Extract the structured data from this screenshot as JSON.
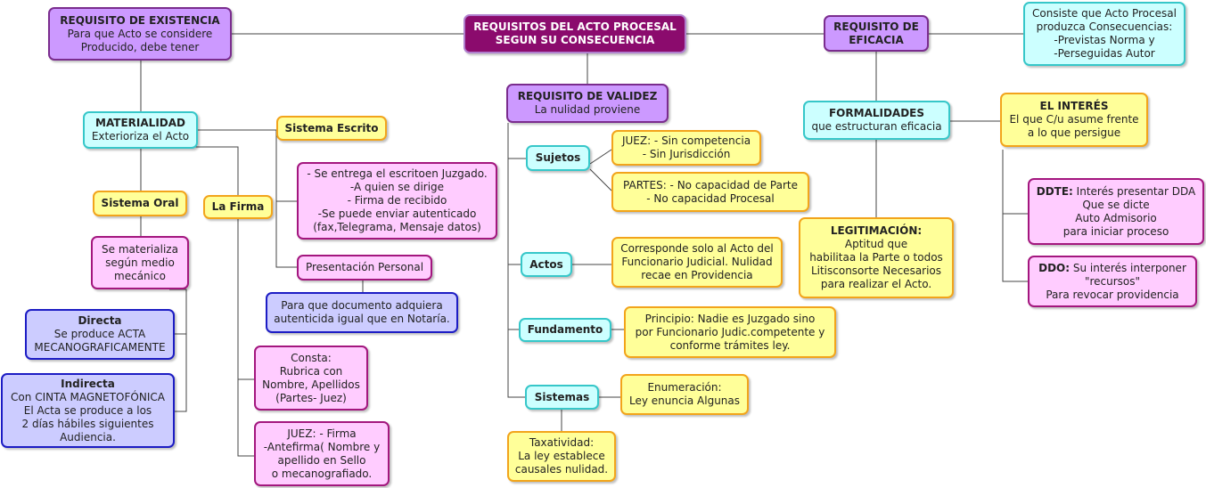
{
  "central": {
    "title": "REQUISITOS DEL ACTO PROCESAL\nSEGUN SU CONSECUENCIA"
  },
  "existencia": {
    "title": "REQUISITO DE EXISTENCIA",
    "text": "Para que Acto se considere\nProducido, debe tener"
  },
  "eficacia": {
    "title": "REQUISITO DE\nEFICACIA"
  },
  "eficacia_def": {
    "text": "Consiste que Acto Procesal\nproduzca Consecuencias:\n-Previstas Norma y\n-Perseguidas Autor"
  },
  "validez": {
    "title": "REQUISITO DE VALIDEZ",
    "text": "La nulidad proviene"
  },
  "materialidad": {
    "title": "MATERIALIDAD",
    "text": "Exterioriza el Acto"
  },
  "sistema_escrito": {
    "title": "Sistema Escrito"
  },
  "escrito_detalle": {
    "text": "- Se entrega el escritoen Juzgado.\n-A quien se dirige\n- Firma de recibido\n-Se puede enviar autenticado\n(fax,Telegrama, Mensaje datos)"
  },
  "presentacion": {
    "text": "Presentación Personal"
  },
  "presentacion_detalle": {
    "text": "Para que documento adquiera\nautenticida igual que en Notaría."
  },
  "sistema_oral": {
    "title": "Sistema Oral"
  },
  "oral_detalle": {
    "text": "Se materializa\nsegún medio\nmecánico"
  },
  "directa": {
    "title": "Directa",
    "text": "Se produce ACTA\nMECANOGRAFICAMENTE"
  },
  "indirecta": {
    "title": "Indirecta",
    "text": "Con CINTA MAGNETOFÓNICA\nEl Acta se produce a los\n2 días hábiles siguientes\nAudiencia."
  },
  "la_firma": {
    "title": "La Firma"
  },
  "firma_consta": {
    "text": "Consta:\nRubrica con\nNombre, Apellidos\n(Partes- Juez)"
  },
  "firma_juez": {
    "text": "JUEZ: - Firma\n-Antefirma( Nombre y\napellido en Sello\no mecanografiado."
  },
  "sujetos": {
    "title": "Sujetos"
  },
  "juez_sujetos": {
    "text": "JUEZ: - Sin competencia\n- Sin Jurisdicción"
  },
  "partes_sujetos": {
    "text": "PARTES: - No capacidad de Parte\n- No capacidad Procesal"
  },
  "actos": {
    "title": "Actos"
  },
  "actos_detalle": {
    "text": "Corresponde solo al Acto del\nFuncionario Judicial. Nulidad\nrecae en Providencia"
  },
  "fundamento": {
    "title": "Fundamento"
  },
  "fundamento_detalle": {
    "text": "Principio: Nadie es Juzgado sino\npor Funcionario Judic.competente y\nconforme trámites ley."
  },
  "sistemas": {
    "title": "Sistemas"
  },
  "sistemas_enum": {
    "text": "Enumeración:\nLey enuncia Algunas"
  },
  "sistemas_tax": {
    "text": "Taxatividad:\nLa ley establece\ncausales nulidad."
  },
  "formalidades": {
    "title": "FORMALIDADES",
    "text": "que estructuran eficacia"
  },
  "legitimacion": {
    "title": "LEGITIMACIÓN:",
    "text": "Aptitud que\nhabilitaa la Parte o  todos\nLitisconsorte Necesarios\npara realizar el Acto."
  },
  "interes": {
    "title": "EL INTERÉS",
    "text": "El que C/u asume frente\na lo que persigue"
  },
  "ddte": {
    "title": "DDTE:",
    "text_first": " Interés presentar DDA",
    "text_rest": "Que se dicte\nAuto Admisorio\npara iniciar proceso"
  },
  "ddo": {
    "title": "DDO:",
    "text_first": "  Su interés interponer",
    "text_rest": "\"recursos\"\nPara revocar providencia"
  }
}
